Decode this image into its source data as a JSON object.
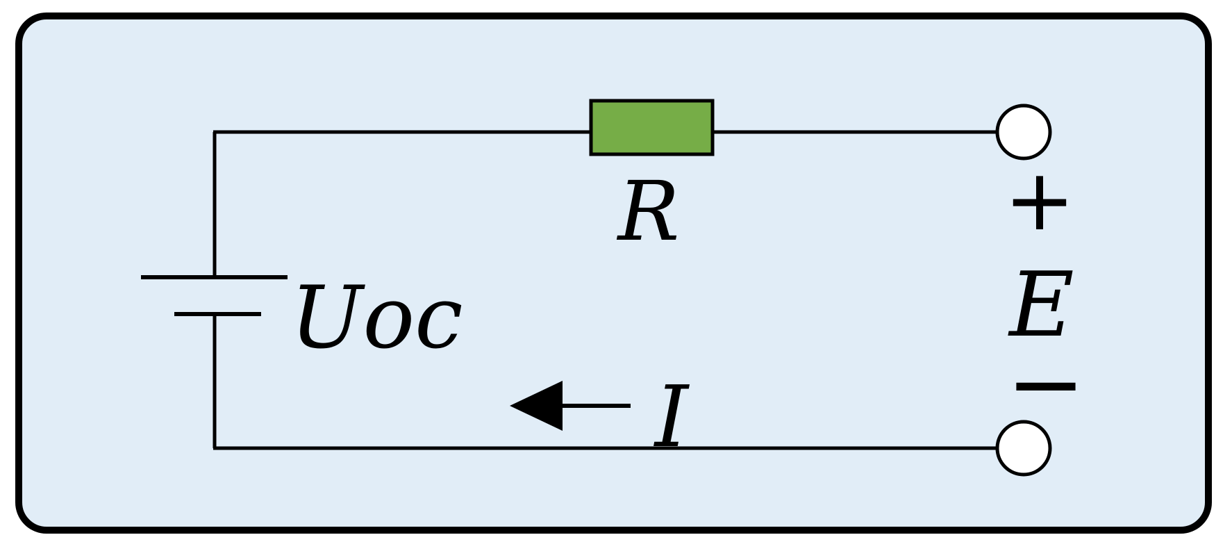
{
  "colors": {
    "panel_background": "#e1edf7",
    "panel_border": "#000000",
    "resistor_fill": "#76ad47",
    "wire": "#000000",
    "terminal_fill": "#ffffff"
  },
  "labels": {
    "resistor": "R",
    "source": "Uoc",
    "current": "I",
    "terminal_voltage": "E",
    "positive_sign": "+",
    "negative_sign": "−"
  },
  "components": [
    {
      "type": "dc-voltage-source",
      "label_ref": "source"
    },
    {
      "type": "resistor",
      "label_ref": "resistor"
    },
    {
      "type": "terminal",
      "polarity": "positive"
    },
    {
      "type": "terminal",
      "polarity": "negative"
    },
    {
      "type": "current-arrow",
      "direction": "left",
      "label_ref": "current"
    }
  ]
}
